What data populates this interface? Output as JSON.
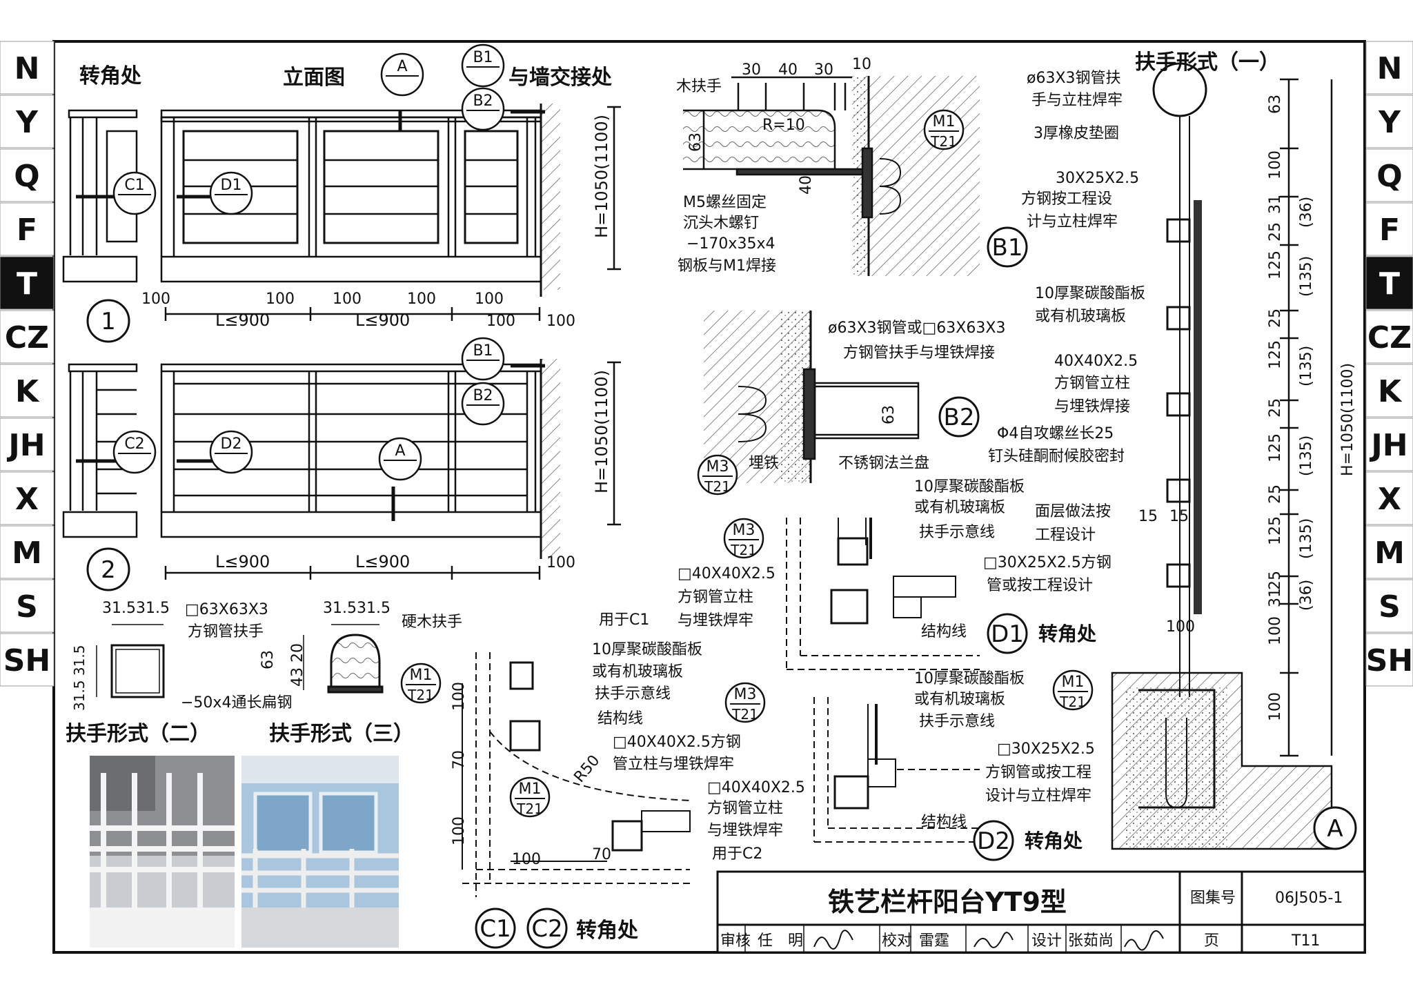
{
  "side_tabs": [
    "N",
    "Y",
    "Q",
    "F",
    "T",
    "CZ",
    "K",
    "JH",
    "X",
    "M",
    "S",
    "SH"
  ],
  "active_tab": "T",
  "labels": {
    "corner": "转角处",
    "elevation": "立面图",
    "wall_junction": "与墙交接处",
    "handrail_type1": "扶手形式（一）",
    "handrail_type2": "扶手形式（二）",
    "handrail_type3": "扶手形式（三）",
    "wood_handrail": "木扶手",
    "hardwood_handrail": "硬木扶手",
    "c1c2_corner": "转角处",
    "d1_corner": "转角处",
    "d2_corner": "转角处"
  },
  "markers": {
    "A": "A",
    "B1": "B1",
    "B2": "B2",
    "C1": "C1",
    "C2": "C2",
    "D1": "D1",
    "D2": "D2",
    "M1": "M1",
    "M3": "M3",
    "T21": "T21",
    "n1": "1",
    "n2": "2"
  },
  "dims": {
    "d100": "100",
    "l900": "L≤900",
    "h1050": "H=1050(1100)",
    "d30": "30",
    "d40": "40",
    "d10": "10",
    "d63": "63",
    "r10": "R=10",
    "d15": "15",
    "d25": "25",
    "d31": "31",
    "d36": "(36)",
    "d125": "125",
    "d135": "(135)",
    "d315": "31.531.5",
    "d315v": "31.5 31.5",
    "d4320": "43 20",
    "d70": "70",
    "r50": "R50"
  },
  "notes": {
    "b1_screw": "M5螺丝固定",
    "b1_nail": "沉头木螺钉",
    "b1_plate": "−170x35x4",
    "b1_weld": "钢板与M1焊接",
    "b2_pipe": "ø63X3钢管或□63X63X3",
    "b2_weld": "方钢管扶手与埋铁焊接",
    "b2_embed": "埋铁",
    "b2_flange": "不锈钢法兰盘",
    "t1_pipe1": "ø63X3钢管扶",
    "t1_pipe2": "手与立柱焊牢",
    "t1_rubber": "3厚橡皮垫圈",
    "t1_sq1": "30X25X2.5",
    "t1_sq2": "方钢按工程设",
    "t1_sq3": "计与立柱焊牢",
    "t1_pc1": "10厚聚碳酸酯板",
    "t1_pc2": "或有机玻璃板",
    "t1_post1": "40X40X2.5",
    "t1_post2": "方钢管立柱",
    "t1_post3": "与埋铁焊接",
    "t1_screw1": "Φ4自攻螺丝长25",
    "t1_screw2": "钉头硅酮耐候胶密封",
    "t1_surf1": "面层做法按",
    "t1_surf2": "工程设计",
    "t2_sq": "□63X63X3",
    "t2_sq2": "方钢管扶手",
    "t2_flat": "−50x4通长扁钢",
    "c_use": "用于C1",
    "c_pc1": "10厚聚碳酸酯板",
    "c_pc2": "或有机玻璃板",
    "c_hr": "扶手示意线",
    "c_struct": "结构线",
    "c_post1": "□40X40X2.5方钢",
    "c_post2": "管立柱与埋铁焊牢",
    "d1_pc1": "10厚聚碳酸酯板",
    "d1_pc2": "或有机玻璃板",
    "d1_hr": "扶手示意线",
    "d1_sq1": "□30X25X2.5方钢",
    "d1_sq2": "管或按工程设计",
    "d1_post1": "□40X40X2.5",
    "d1_post2": "方钢管立柱",
    "d1_post3": "与埋铁焊牢",
    "d1_struct": "结构线",
    "d2_pc1": "10厚聚碳酸酯板",
    "d2_pc2": "或有机玻璃板",
    "d2_hr": "扶手示意线",
    "d2_sq1": "□30X25X2.5",
    "d2_sq2": "方钢管或按工程",
    "d2_sq3": "设计与立柱焊牢",
    "d2_post1": "□40X40X2.5",
    "d2_post2": "方钢管立柱",
    "d2_post3": "与埋铁焊牢",
    "d2_use": "用于C2",
    "d2_struct": "结构线"
  },
  "title_block": {
    "title": "铁艺栏杆阳台YT9型",
    "atlas_label": "图集号",
    "atlas_no": "06J505-1",
    "review": "审核",
    "reviewer": "任　明",
    "check": "校对",
    "checker": "雷霆",
    "design": "设计",
    "designer": "张茹尚",
    "page_label": "页",
    "page_no": "T11"
  },
  "colors": {
    "ink": "#111111",
    "tab_active": "#111111",
    "tab_text_active": "#ffffff",
    "hatch": "#555555",
    "photo_sky": "#a9c6de",
    "photo_wall": "#8d8f92"
  }
}
